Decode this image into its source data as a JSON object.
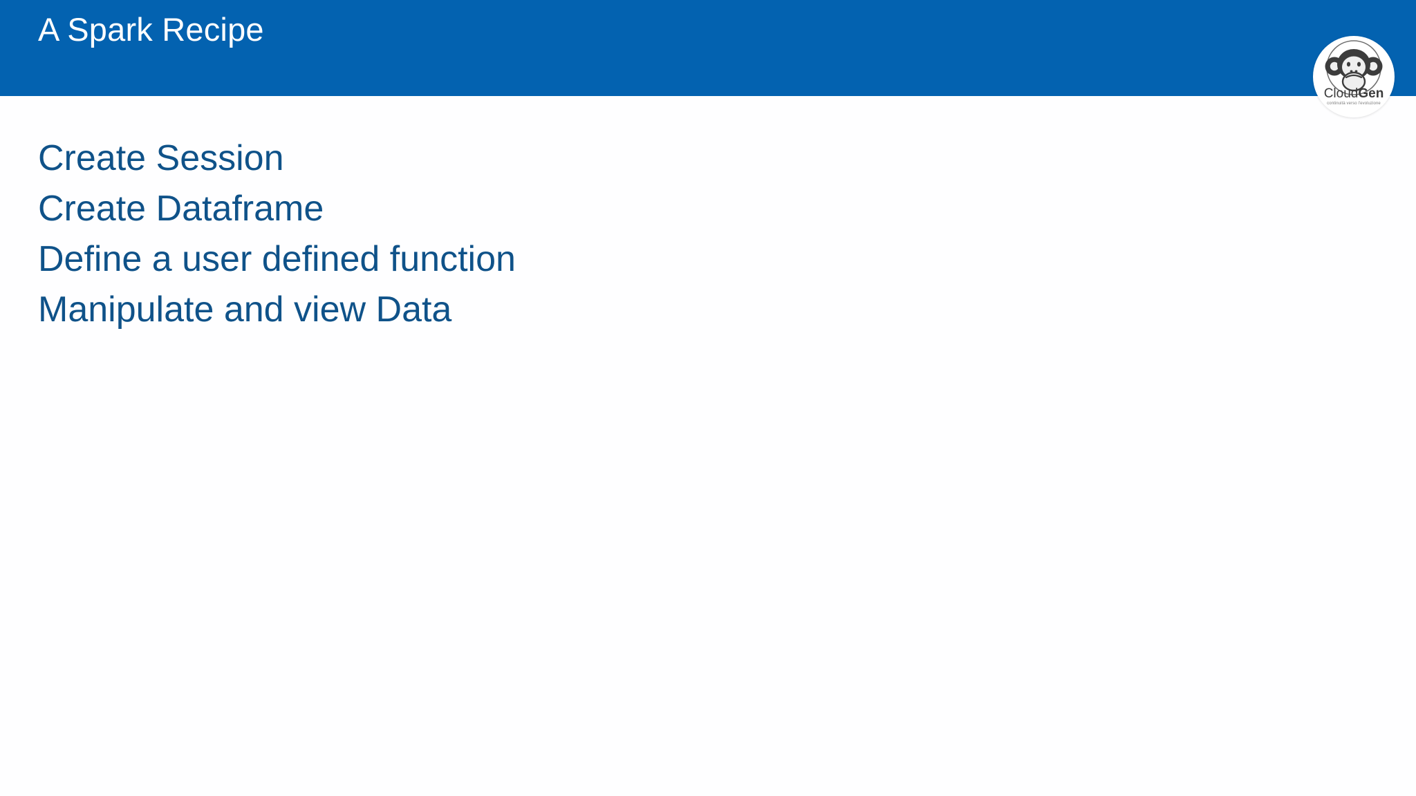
{
  "slide": {
    "title": "A Spark Recipe",
    "header_color": "#0362b0",
    "title_color": "#ffffff",
    "body_color": "#0f5289",
    "background_color": "#ffffff",
    "body_lines": [
      "Create Session",
      "Create Dataframe",
      "Define a user defined function",
      "Manipulate and view Data"
    ]
  },
  "logo": {
    "icon": "monkey-face-icon",
    "wordmark_light": "Cloud",
    "wordmark_bold": "Gen",
    "tagline": "continuità verso l'evoluzione"
  }
}
